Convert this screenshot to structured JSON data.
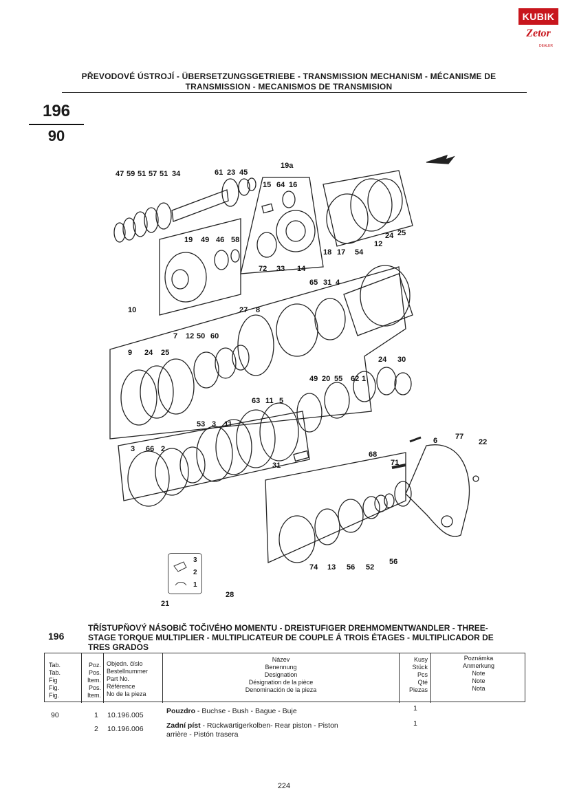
{
  "logo": {
    "top": "KUBIK",
    "bottom": "Zetor",
    "dealer": "DEALER"
  },
  "header": {
    "title_line1": "PŘEVODOVÉ ÚSTROJÍ - ÜBERSETZUNGSGETRIEBE - TRANSMISSION MECHANISM - MÉCANISME DE",
    "title_line2": "TRANSMISSION - MECANISMOS DE TRANSMISION",
    "group_number": "196",
    "figure_number": "90"
  },
  "diagram": {
    "callouts": [
      "47",
      "59",
      "51",
      "57",
      "51",
      "34",
      "61",
      "23",
      "45",
      "19a",
      "15",
      "64",
      "16",
      "19",
      "49",
      "46",
      "58",
      "72",
      "33",
      "14",
      "18",
      "17",
      "54",
      "12",
      "24",
      "25",
      "65",
      "31",
      "4",
      "10",
      "27",
      "8",
      "7",
      "12",
      "50",
      "60",
      "9",
      "24",
      "25",
      "24",
      "30",
      "49",
      "20",
      "55",
      "62",
      "1",
      "63",
      "11",
      "5",
      "53",
      "3",
      "11",
      "3",
      "66",
      "2",
      "31",
      "6",
      "77",
      "22",
      "68",
      "71",
      "74",
      "13",
      "56",
      "52",
      "56",
      "28"
    ],
    "legend": {
      "items": [
        "3",
        "2",
        "1"
      ],
      "label": "21"
    }
  },
  "section": {
    "number": "196",
    "title_line1": "TŘÍSTUPŇOVÝ NÁSOBIČ TOČIVÉHO MOMENTU - DREISTUFIGER DREHMOMENTWANDLER - THREE-",
    "title_line2": "STAGE TORQUE MULTIPLIER - MULTIPLICATEUR DE COUPLE Á  TROIS ÉTAGES - MULTIPLICADOR DE",
    "title_line3": "TRES GRADOS"
  },
  "table": {
    "headers": {
      "tab": [
        "Tab.",
        "Tab.",
        "Fig",
        "Fig.",
        "Fig."
      ],
      "pos": [
        "Poz.",
        "Pos.",
        "Item.",
        "Pos.",
        "Item."
      ],
      "part": [
        "Objedn. číslo",
        "Bestellnummer",
        "Part No.",
        "Référence",
        "No de la pieza"
      ],
      "name": [
        "Název",
        "Benennung",
        "Designation",
        "Désignation de la pièce",
        "Denominación de la pieza"
      ],
      "qty": [
        "Kusy",
        "Stück",
        "Pcs",
        "Qté",
        "Piezas"
      ],
      "note": [
        "Poznámka",
        "Anmerkung",
        "Note",
        "Note",
        "Nota"
      ]
    },
    "rows": [
      {
        "tab": "90",
        "pos": "1",
        "part": "10.196.005",
        "name_bold": "Pouzdro",
        "name_rest": " - Buchse - Bush - Bague - Buje",
        "name_line2": "",
        "qty": "1"
      },
      {
        "tab": "",
        "pos": "2",
        "part": "10.196.006",
        "name_bold": "Zadní píst",
        "name_rest": " - Rückwärtigerkolben- Rear piston - Piston",
        "name_line2": "arrière - Pistón trasera",
        "qty": "1"
      }
    ]
  },
  "page_number": "224"
}
